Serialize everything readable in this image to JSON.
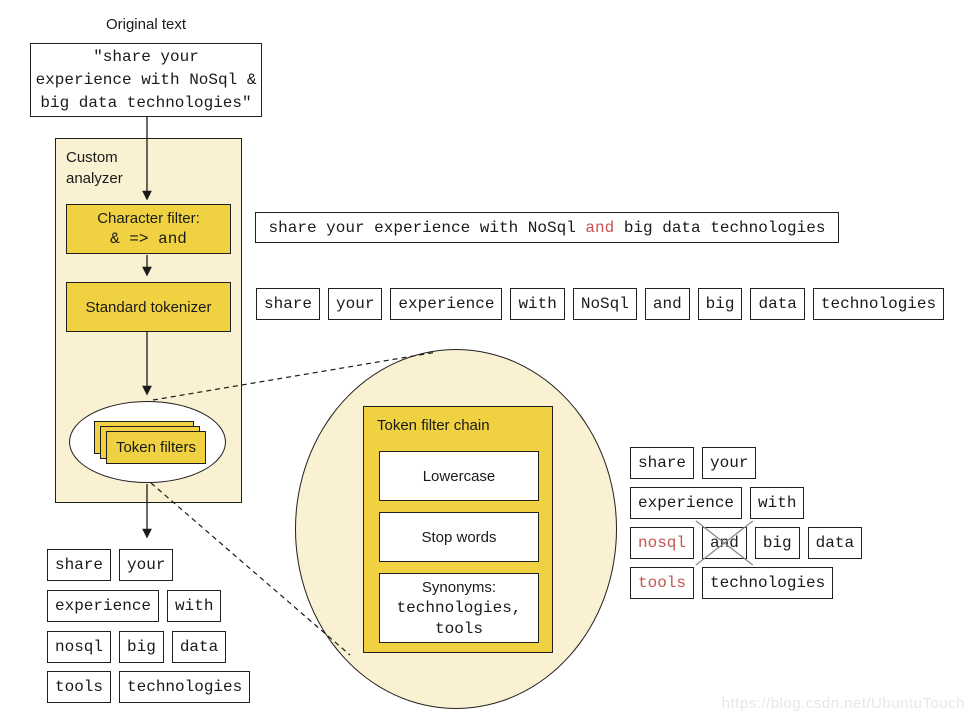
{
  "original": {
    "label": "Original text",
    "lines": [
      "\"share your",
      "experience with NoSql &",
      "big data technologies\""
    ]
  },
  "analyzer": {
    "label_line1": "Custom",
    "label_line2": "analyzer",
    "char_filter_title": "Character filter:",
    "char_filter_rule": "& => and",
    "tokenizer_label": "Standard tokenizer",
    "token_filters_label": "Token filters"
  },
  "char_filtered_text": {
    "before": "share your experience with NoSql ",
    "highlight": "and",
    "after": " big data technologies"
  },
  "tokens_after_tokenizer": [
    "share",
    "your",
    "experience",
    "with",
    "NoSql",
    "and",
    "big",
    "data",
    "technologies"
  ],
  "filter_chain": {
    "title": "Token filter chain",
    "lowercase": "Lowercase",
    "stop_words": "Stop words",
    "synonyms_title": "Synonyms:",
    "synonyms_values": [
      "technologies,",
      "tools"
    ]
  },
  "tokens_after_filters": {
    "row1": [
      "share",
      "your"
    ],
    "row2": [
      "experience",
      "with"
    ],
    "row3": [
      "nosql",
      "and",
      "big",
      "data"
    ],
    "row4": [
      "tools",
      "technologies"
    ]
  },
  "final_tokens": {
    "row1": [
      "share",
      "your"
    ],
    "row2": [
      "experience",
      "with"
    ],
    "row3": [
      "nosql",
      "big",
      "data"
    ],
    "row4": [
      "tools",
      "technologies"
    ]
  },
  "watermark": "https://blog.csdn.net/UbuntuTouch",
  "colors": {
    "yellow": "#F0D141",
    "cream": "#FAF0D2",
    "red_token": "#C85450",
    "cross_gray": "#8c8c8c",
    "line": "#1a1a1a",
    "watermark": "#E7E7E7"
  }
}
